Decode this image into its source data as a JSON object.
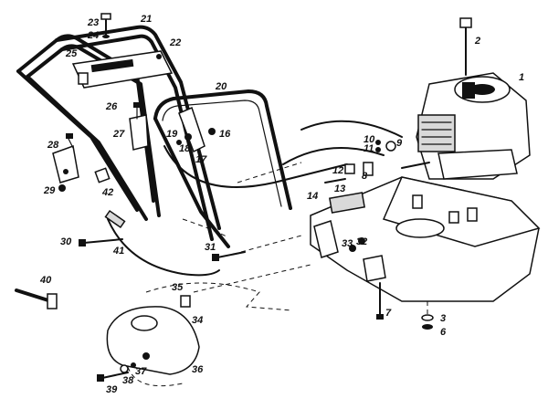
{
  "parts": [
    {
      "id": "1",
      "label": "1"
    },
    {
      "id": "2",
      "label": "2"
    },
    {
      "id": "3",
      "label": "3"
    },
    {
      "id": "6",
      "label": "6"
    },
    {
      "id": "7",
      "label": "7"
    },
    {
      "id": "8",
      "label": "8"
    },
    {
      "id": "9",
      "label": "9"
    },
    {
      "id": "10",
      "label": "10"
    },
    {
      "id": "11",
      "label": "11"
    },
    {
      "id": "12",
      "label": "12"
    },
    {
      "id": "13",
      "label": "13"
    },
    {
      "id": "14",
      "label": "14"
    },
    {
      "id": "16",
      "label": "16"
    },
    {
      "id": "17",
      "label": "17"
    },
    {
      "id": "18",
      "label": "18"
    },
    {
      "id": "19",
      "label": "19"
    },
    {
      "id": "20",
      "label": "20"
    },
    {
      "id": "21",
      "label": "21"
    },
    {
      "id": "22",
      "label": "22"
    },
    {
      "id": "23",
      "label": "23"
    },
    {
      "id": "24",
      "label": "24"
    },
    {
      "id": "25",
      "label": "25"
    },
    {
      "id": "26",
      "label": "26"
    },
    {
      "id": "27",
      "label": "27"
    },
    {
      "id": "28",
      "label": "28"
    },
    {
      "id": "29",
      "label": "29"
    },
    {
      "id": "30",
      "label": "30"
    },
    {
      "id": "31",
      "label": "31"
    },
    {
      "id": "32",
      "label": "32"
    },
    {
      "id": "33",
      "label": "33"
    },
    {
      "id": "34",
      "label": "34"
    },
    {
      "id": "35",
      "label": "35"
    },
    {
      "id": "36",
      "label": "36"
    },
    {
      "id": "37",
      "label": "37"
    },
    {
      "id": "38",
      "label": "38"
    },
    {
      "id": "39",
      "label": "39"
    },
    {
      "id": "40",
      "label": "40"
    },
    {
      "id": "41",
      "label": "41"
    },
    {
      "id": "42",
      "label": "42"
    }
  ]
}
